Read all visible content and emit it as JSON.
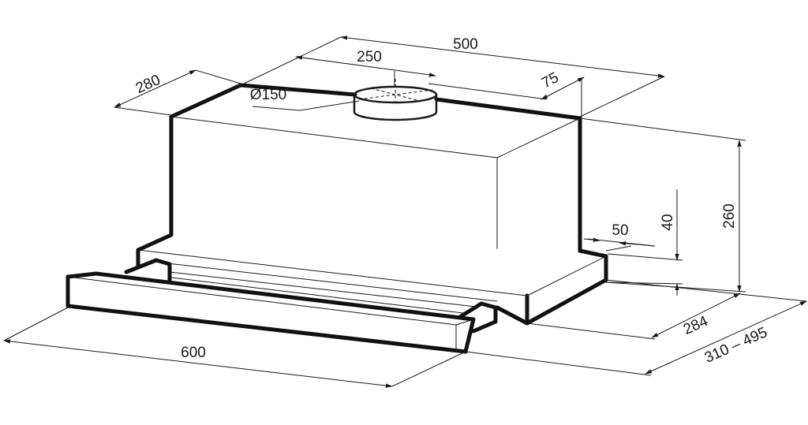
{
  "dimensions": {
    "overall_width": "500",
    "outlet_offset": "250",
    "outlet_diameter": "Ø150",
    "outlet_side_offset": "75",
    "body_depth": "280",
    "total_height": "260",
    "slide_height": "40",
    "slide_offset": "50",
    "base_depth": "284",
    "extension_range": "310 – 495",
    "front_width": "600"
  },
  "colors": {
    "line": "#1a1a1a",
    "background": "#ffffff"
  }
}
